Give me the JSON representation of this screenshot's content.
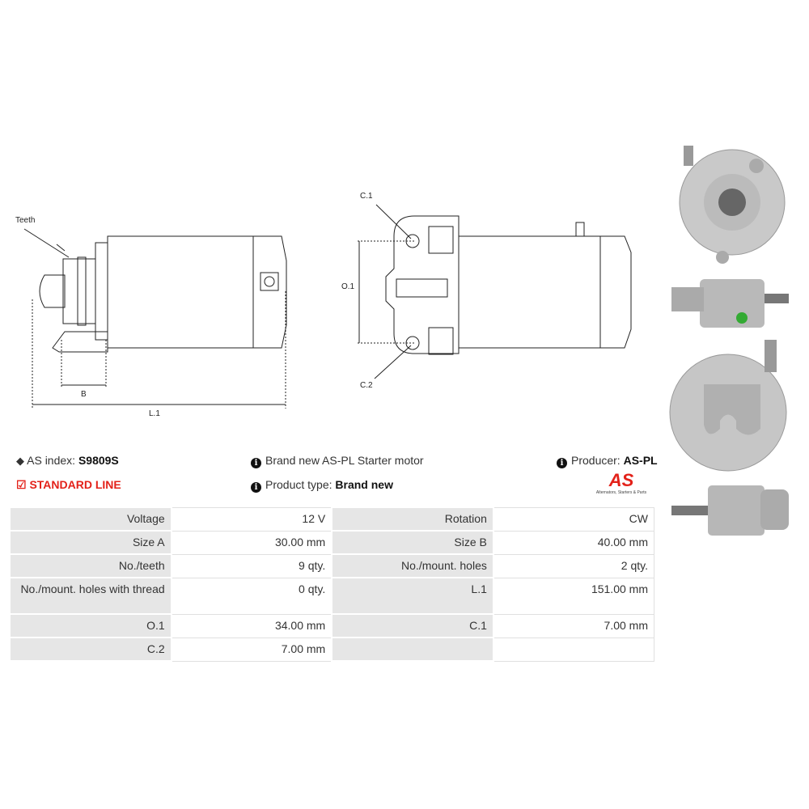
{
  "drawing": {
    "teeth": "Teeth",
    "b": "B",
    "l1": "L.1",
    "c1": "C.1",
    "o1": "O.1",
    "c2": "C.2"
  },
  "info": {
    "as_index_label": "AS index:",
    "as_index": "S9809S",
    "line": "STANDARD LINE",
    "description": "Brand new AS-PL Starter motor",
    "product_type_label": "Product type:",
    "product_type": "Brand new",
    "producer_label": "Producer:",
    "producer": "AS-PL",
    "logo_text": "AS",
    "logo_tagline": "Alternators, Starters & Parts"
  },
  "specs": [
    [
      {
        "k": "Voltage",
        "v": "12 V"
      },
      {
        "k": "Rotation",
        "v": "CW"
      }
    ],
    [
      {
        "k": "Size A",
        "v": "30.00 mm"
      },
      {
        "k": "Size B",
        "v": "40.00 mm"
      }
    ],
    [
      {
        "k": "No./teeth",
        "v": "9 qty."
      },
      {
        "k": "No./mount. holes",
        "v": "2 qty."
      }
    ],
    [
      {
        "k": "No./mount. holes with thread",
        "v": "0 qty."
      },
      {
        "k": "L.1",
        "v": "151.00 mm"
      }
    ],
    [
      {
        "k": "O.1",
        "v": "34.00 mm"
      },
      {
        "k": "C.1",
        "v": "7.00 mm"
      }
    ],
    [
      {
        "k": "C.2",
        "v": "7.00 mm"
      },
      {
        "k": "",
        "v": ""
      }
    ]
  ],
  "colors": {
    "accent": "#e32119",
    "header_cell": "#e6e6e6"
  }
}
